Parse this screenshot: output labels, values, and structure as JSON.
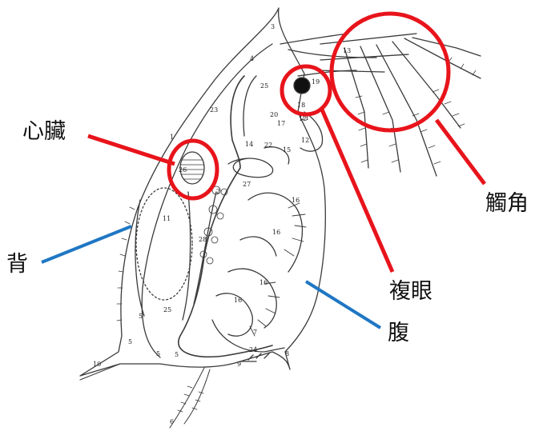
{
  "labels": {
    "heart": "心臟",
    "antenna": "觸角",
    "back": "背",
    "compound_eye": "複眼",
    "abdomen": "腹"
  },
  "part_numbers": [
    "1",
    "2",
    "3",
    "4",
    "5",
    "5",
    "5",
    "5",
    "6",
    "7",
    "8",
    "9",
    "10",
    "11",
    "12",
    "12",
    "13",
    "14",
    "15",
    "16",
    "16",
    "16",
    "16",
    "17",
    "18",
    "19",
    "20",
    "21",
    "22",
    "23",
    "24",
    "25",
    "25",
    "26",
    "27",
    "28"
  ],
  "colors": {
    "highlight_red": "#e8141b",
    "pointer_blue": "#1f77c4",
    "line_drawing": "#3a3a3a"
  }
}
